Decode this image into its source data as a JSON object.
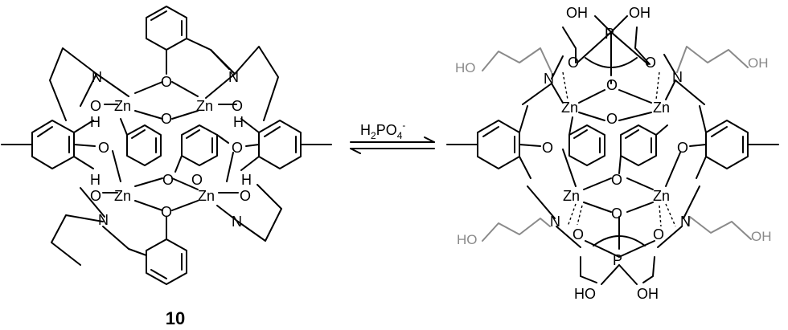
{
  "compound_label": "10",
  "reagent": {
    "main": "H",
    "sub1": "2",
    "mid": "PO",
    "sub2": "4",
    "charge": "-"
  },
  "atoms": {
    "zn": "Zn",
    "o": "O",
    "n": "N",
    "h": "H",
    "oh": "OH",
    "ho": "HO",
    "p": "P"
  }
}
